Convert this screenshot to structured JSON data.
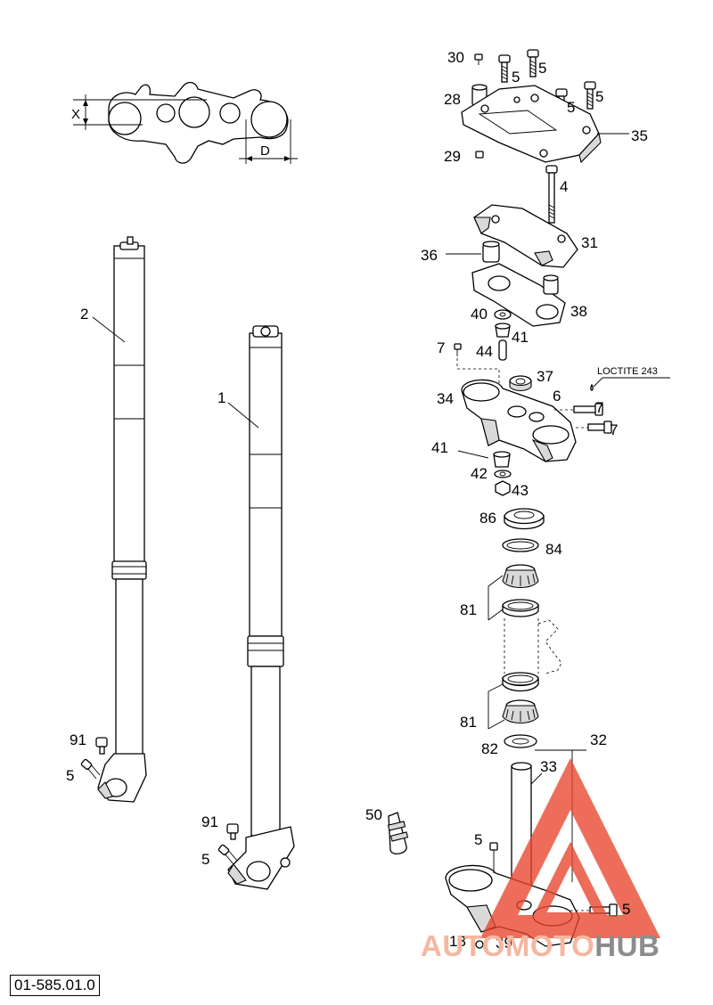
{
  "diagram_code": "01-585.01.0",
  "dimension_labels": {
    "x": "X",
    "d": "D"
  },
  "note": "LOCTITE 243",
  "watermark": {
    "part1": "AUTOMOTO",
    "part2": "HUB",
    "colors": {
      "red": "#e8452c",
      "gray": "#8c8c8c"
    }
  },
  "callouts": {
    "c30": "30",
    "c5a": "5",
    "c5b": "5",
    "c5c": "5",
    "c5d": "5",
    "c28": "28",
    "c35": "35",
    "c29": "29",
    "c4": "4",
    "c31": "31",
    "c36": "36",
    "c38": "38",
    "c40": "40",
    "c41a": "41",
    "c7a": "7",
    "c44": "44",
    "c37": "37",
    "c34": "34",
    "c6": "6",
    "c7b": "7",
    "c7c": "7",
    "c41b": "41",
    "c42": "42",
    "c43": "43",
    "c86": "86",
    "c84": "84",
    "c81a": "81",
    "c81b": "81",
    "c82": "82",
    "c32": "32",
    "c33": "33",
    "c2": "2",
    "c1": "1",
    "c91a": "91",
    "c5e": "5",
    "c91b": "91",
    "c5f": "5",
    "c50": "50",
    "c5g": "5",
    "c5h": "5",
    "c13": "13",
    "c39": "39"
  }
}
